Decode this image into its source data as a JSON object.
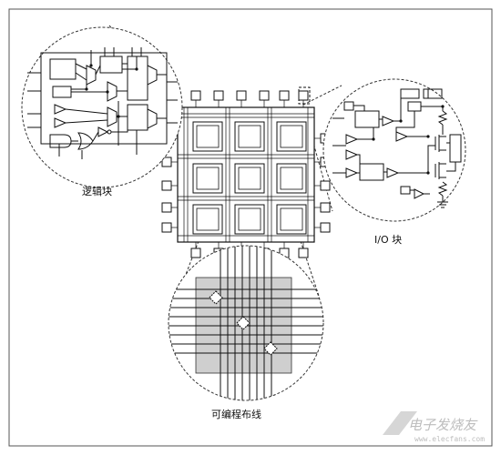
{
  "labels": {
    "logic_block": "逻辑块",
    "io_block": "I/O 块",
    "routing": "可编程布线"
  },
  "watermark": {
    "text": "电子发烧友",
    "url": "www.elecfans.com"
  }
}
